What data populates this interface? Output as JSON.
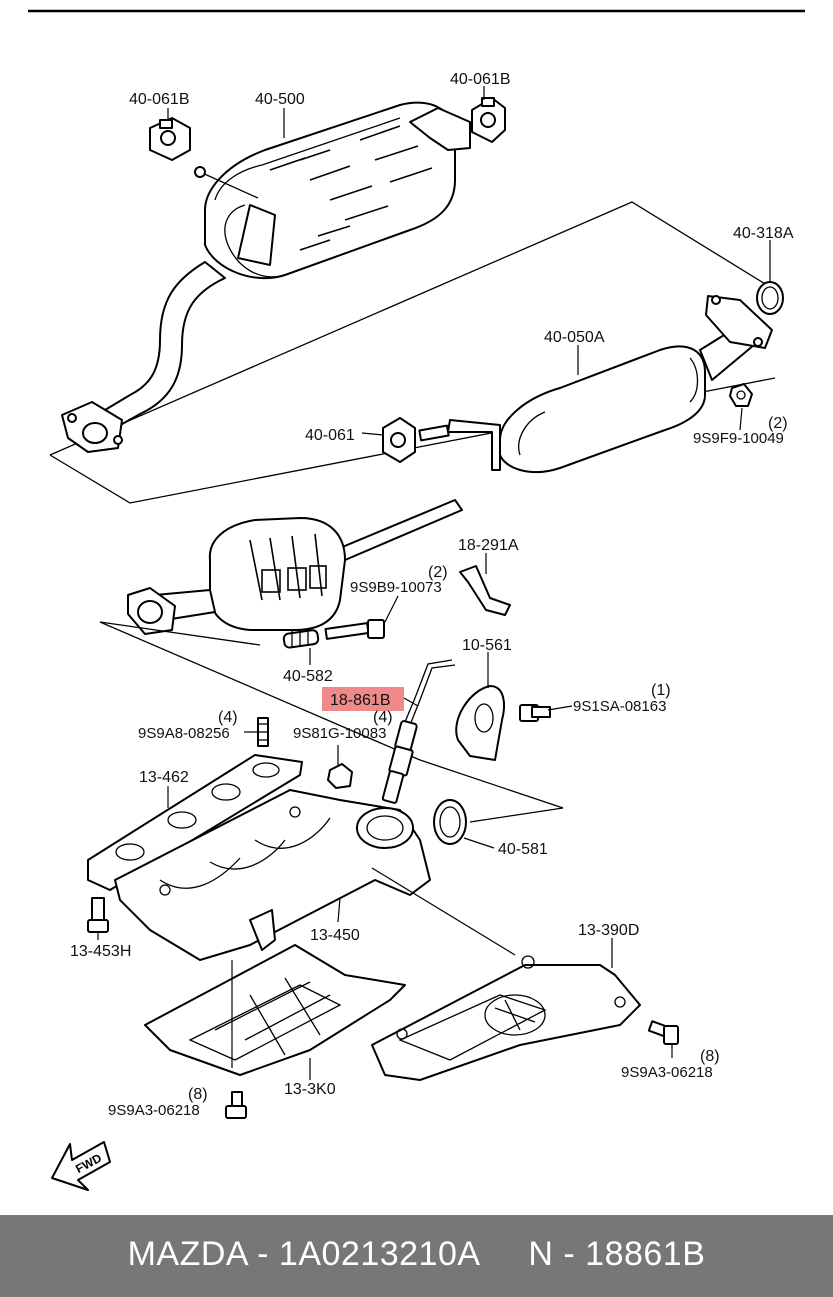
{
  "labels": {
    "l_40_061b_left": "40-061B",
    "l_40_500": "40-500",
    "l_40_061b_right": "40-061B",
    "l_40_318a": "40-318A",
    "l_40_050a": "40-050A",
    "l_40_061": "40-061",
    "l_9s9f9_qty": "(2)",
    "l_9s9f9": "9S9F9-10049",
    "l_18_291a": "18-291A",
    "l_9s9b9_qty": "(2)",
    "l_9s9b9": "9S9B9-10073",
    "l_10_561": "10-561",
    "l_40_582": "40-582",
    "l_18_861b": "18-861B",
    "l_9s1sa_qty": "(1)",
    "l_9s1sa": "9S1SA-08163",
    "l_9s9a8_qty": "(4)",
    "l_9s9a8": "9S9A8-08256",
    "l_9s81g_qty": "(4)",
    "l_9s81g": "9S81G-10083",
    "l_13_462": "13-462",
    "l_40_581": "40-581",
    "l_13_450": "13-450",
    "l_13_390d": "13-390D",
    "l_13_453h": "13-453H",
    "l_9s9a3_right_qty": "(8)",
    "l_9s9a3_right": "9S9A3-06218",
    "l_13_3k0": "13-3K0",
    "l_9s9a3_left_qty": "(8)",
    "l_9s9a3_left": "9S9A3-06218",
    "fwd": "FWD"
  },
  "highlight_color": "#f08a8a",
  "footer": {
    "text": "MAZDA - 1A0213210A     N - 18861B",
    "background": "#777777",
    "text_color": "#ffffff"
  }
}
